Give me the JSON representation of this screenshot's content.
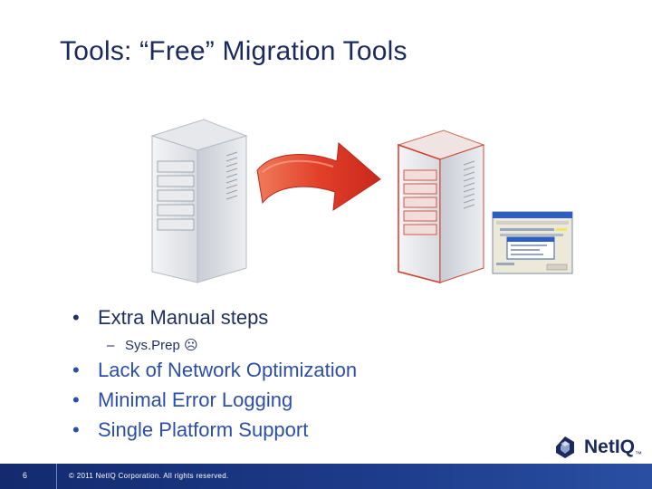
{
  "slide": {
    "title": "Tools: “Free” Migration Tools",
    "bullets": [
      {
        "marker": "•",
        "text": "Extra Manual steps"
      },
      {
        "marker": "–",
        "text": "Sys.Prep ☹"
      },
      {
        "marker": "•",
        "text": "Lack of Network Optimization"
      },
      {
        "marker": "•",
        "text": "Minimal Error Logging"
      },
      {
        "marker": "•",
        "text": "Single Platform Support"
      }
    ]
  },
  "footer": {
    "slide_number": "6",
    "copyright": "© 2011 NetIQ Corporation. All rights reserved."
  },
  "logo": {
    "text": "NetIQ",
    "suffix": "™"
  },
  "colors": {
    "title": "#1a2a5c",
    "bullet_dark": "#1f2f5f",
    "bullet_blue": "#2b4fa8",
    "footer_bg": "#1e3c8c",
    "arrow": "#e03a28"
  },
  "icons": {
    "source_server": "server-icon",
    "target_server": "server-icon",
    "migration_arrow": "arrow-icon",
    "dialog_thumbnail": "window-screenshot-icon",
    "logo": "netiq-logo-icon"
  }
}
